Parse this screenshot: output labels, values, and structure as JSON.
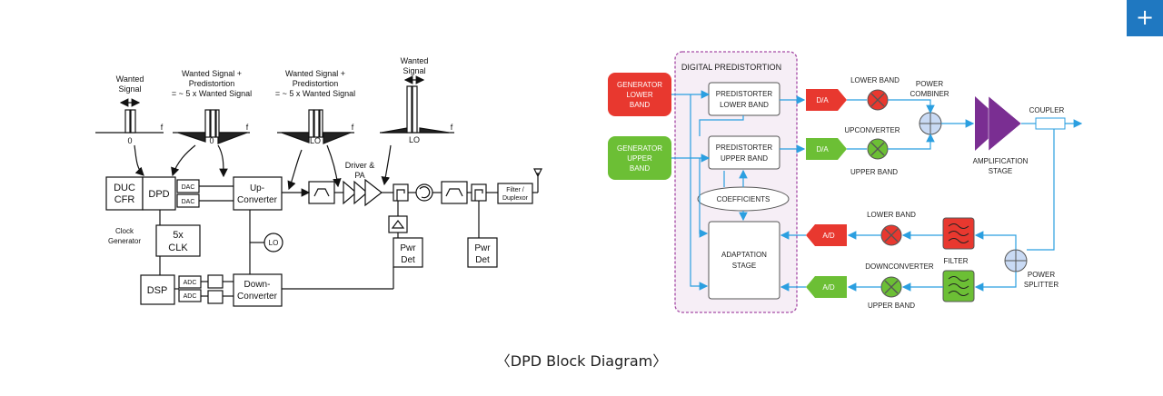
{
  "ui": {
    "plus_button": "+",
    "caption_left": "〈",
    "caption": "DPD Block Diagram",
    "caption_right": "〉"
  },
  "left_diagram": {
    "spectrum_1": [
      "Wanted",
      "Signal",
      "0",
      "f"
    ],
    "spectrum_2": [
      "Wanted Signal +",
      "Predistortion",
      "= ~ 5 x Wanted Signal",
      "0",
      "f"
    ],
    "spectrum_3": [
      "Wanted Signal +",
      "Predistortion",
      "= ~ 5 x Wanted Signal",
      "LO",
      "f"
    ],
    "spectrum_4": [
      "Wanted",
      "Signal",
      "LO",
      "f"
    ],
    "duc_cfr": [
      "DUC",
      "CFR"
    ],
    "dpd": "DPD",
    "dac": "DAC",
    "adc": "ADC",
    "up_converter": [
      "Up-",
      "Converter"
    ],
    "down_converter": [
      "Down-",
      "Converter"
    ],
    "lo": "LO",
    "clock": [
      "5x",
      "CLK"
    ],
    "clock_generator": [
      "Clock",
      "Generator"
    ],
    "dsp": "DSP",
    "driver_pa": [
      "Driver &",
      "PA"
    ],
    "pwr_det": [
      "Pwr",
      "Det"
    ],
    "filter_duplexor": [
      "Filter /",
      "Duplexor"
    ]
  },
  "right_diagram": {
    "digital_predistortion": "DIGITAL PREDISTORTION",
    "gen_lower": [
      "GENERATOR",
      "LOWER",
      "BAND"
    ],
    "gen_upper": [
      "GENERATOR",
      "UPPER",
      "BAND"
    ],
    "pred_lower": [
      "PREDISTORTER",
      "LOWER BAND"
    ],
    "pred_upper": [
      "PREDISTORTER",
      "UPPER BAND"
    ],
    "coefficients": "COEFFICIENTS",
    "adaptation": [
      "ADAPTATION",
      "STAGE"
    ],
    "da": "D/A",
    "ad": "A/D",
    "lower_band": "LOWER BAND",
    "upper_band": "UPPER BAND",
    "upconverter": "UPCONVERTER",
    "downconverter": "DOWNCONVERTER",
    "power_combiner": [
      "POWER",
      "COMBINER"
    ],
    "amplification": [
      "AMPLIFICATION",
      "STAGE"
    ],
    "coupler": "COUPLER",
    "filter": "FILTER",
    "power_splitter": [
      "POWER",
      "SPLITTER"
    ]
  }
}
